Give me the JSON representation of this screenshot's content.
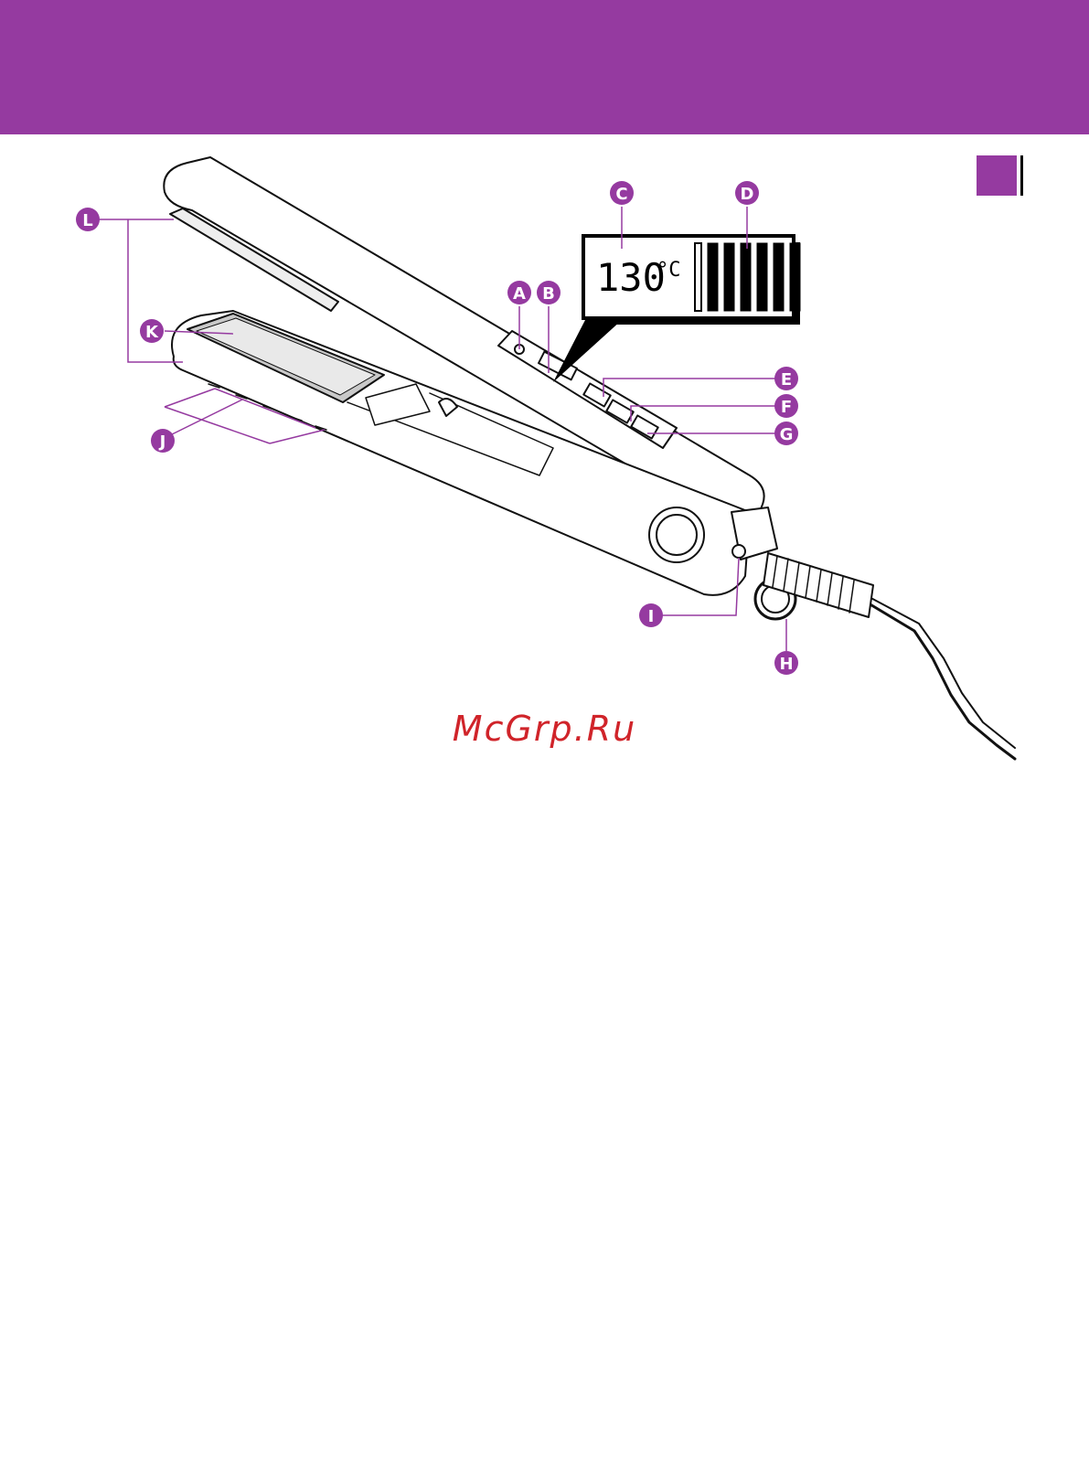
{
  "colors": {
    "accent": "#953aa0",
    "outline": "#111111",
    "watermark": "#d0242a"
  },
  "display": {
    "temperature": "130",
    "unit": "°C",
    "bars_lit": 6,
    "bars_total": 6
  },
  "markers": {
    "a": "A",
    "b": "B",
    "c": "C",
    "d": "D",
    "e": "E",
    "f": "F",
    "g": "G",
    "h": "H",
    "i": "I",
    "j": "J",
    "k": "K",
    "l": "L"
  },
  "watermark": "McGrp.Ru"
}
